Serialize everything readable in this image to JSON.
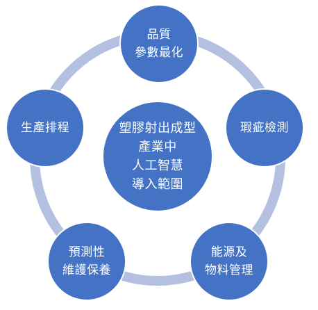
{
  "colors": {
    "node_fill": "#4472c4",
    "ring": "#b4c0e0",
    "text": "#ffffff"
  },
  "center": {
    "lines": [
      "塑膠射出成型",
      "產業中",
      "人工智慧",
      "導入範圍"
    ]
  },
  "nodes": [
    {
      "id": "quality",
      "lines": [
        "品質",
        "參數最化"
      ]
    },
    {
      "id": "defect",
      "lines": [
        "瑕疵檢測"
      ]
    },
    {
      "id": "energy",
      "lines": [
        "能源及",
        "物料管理"
      ]
    },
    {
      "id": "maintenance",
      "lines": [
        "預測性",
        "維護保養"
      ]
    },
    {
      "id": "scheduling",
      "lines": [
        "生產排程"
      ]
    }
  ]
}
